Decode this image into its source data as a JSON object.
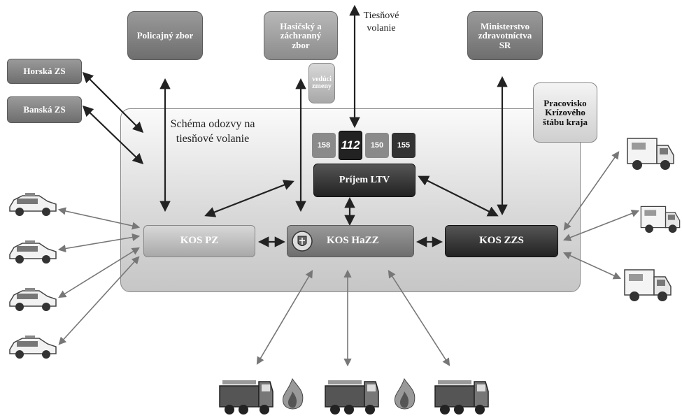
{
  "nodes": {
    "policia": "Policajný zbor",
    "hasici": "Hasičský a záchranný zbor",
    "tiesnove": "Tiesňové volanie",
    "ministerstvo": "Ministerstvo zdravotníctva SR",
    "horska": "Horská ZS",
    "banska": "Banská ZS",
    "veduci": "vedúci zmeny",
    "pracovisko": "Pracovisko Krízového štábu kraja",
    "schema": "Schéma odozvy na tiesňové volanie",
    "prijem": "Príjem LTV",
    "kos_pz": "KOS PZ",
    "kos_hazz": "KOS HaZZ",
    "kos_zzs": "KOS ZZS"
  },
  "numbers": {
    "n158": "158",
    "n112": "112",
    "n150": "150",
    "n155": "155"
  },
  "vehicle_icons": {
    "police": "police-car-icon",
    "ambulance": "ambulance-icon",
    "firetruck": "fire-truck-icon",
    "fire": "fire-icon"
  }
}
